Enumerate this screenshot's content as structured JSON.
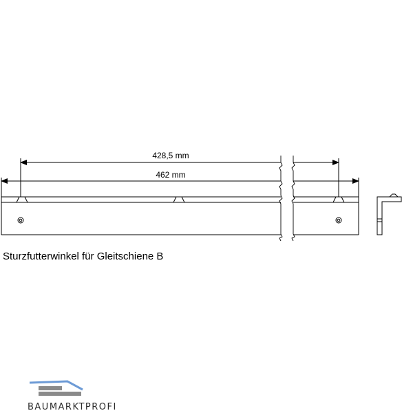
{
  "dimensions": {
    "inner_length": "428,5 mm",
    "total_length": "462 mm"
  },
  "caption": "Sturzfutterwinkel für Gleitschiene B",
  "logo": {
    "text": "BAUMARKTPROFI",
    "accent_color": "#6d9bd6",
    "bar_color": "#8a8a8a"
  },
  "colors": {
    "line": "#000000"
  }
}
